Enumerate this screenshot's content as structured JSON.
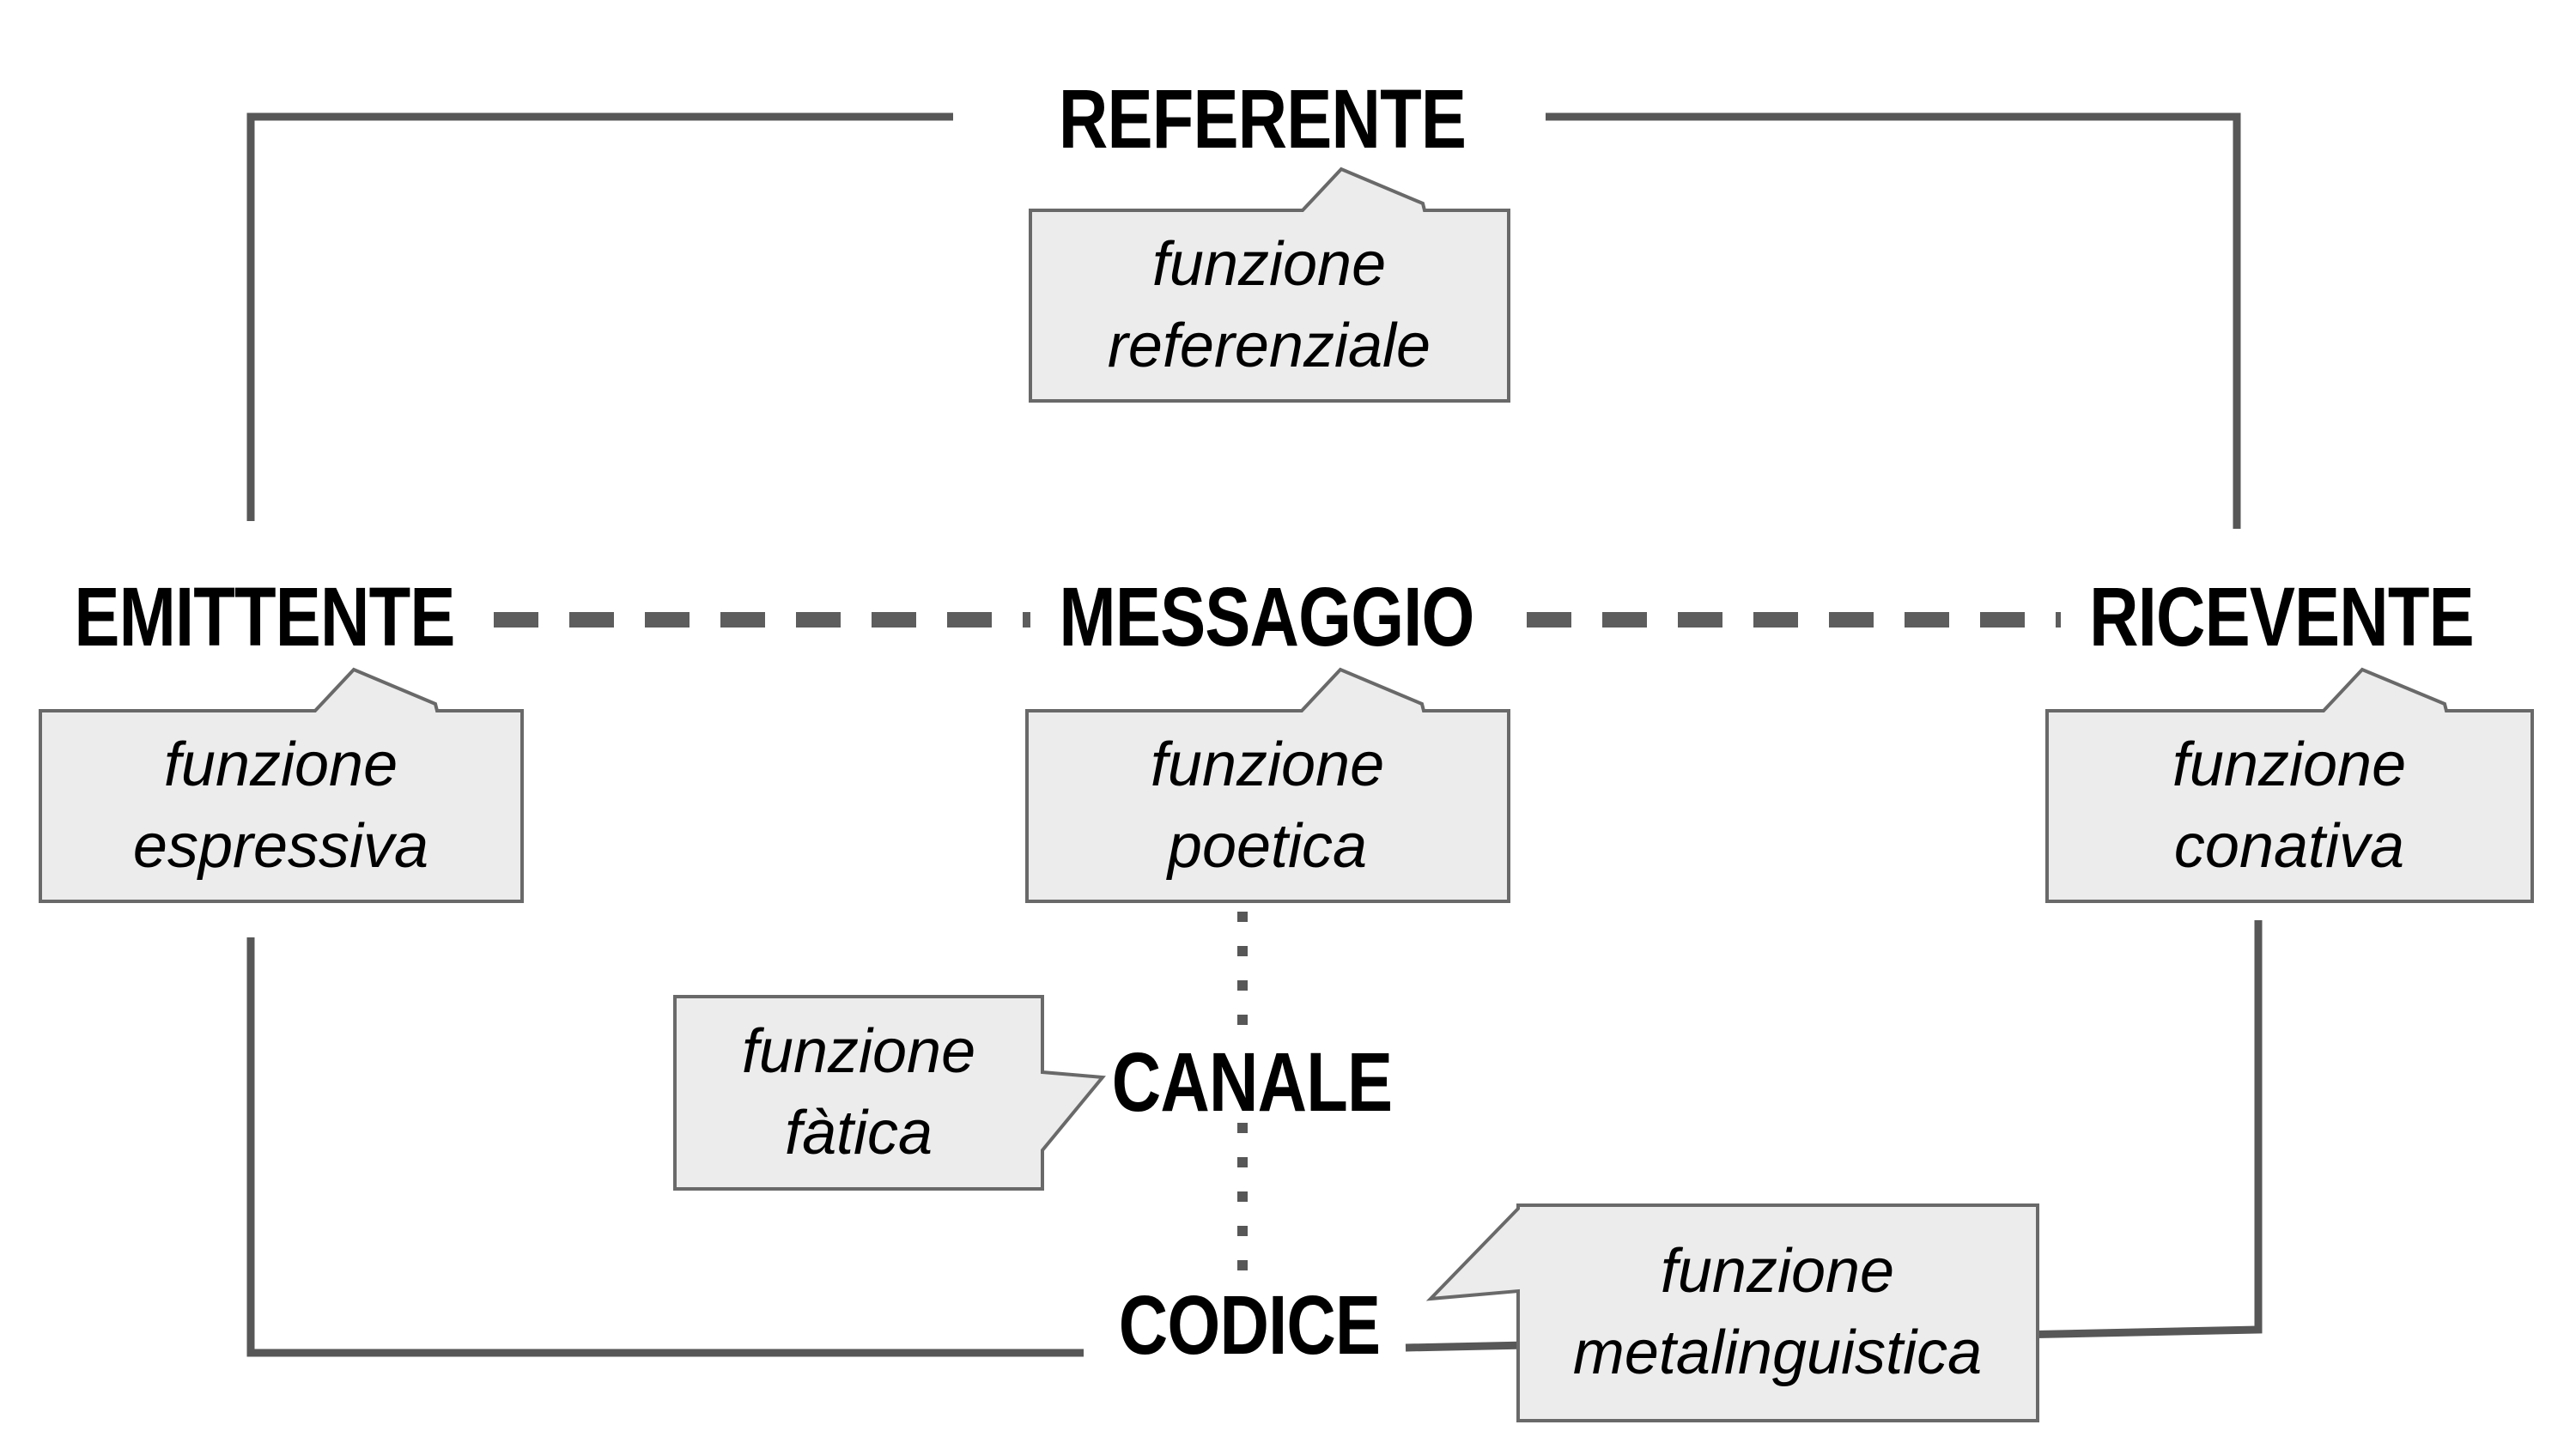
{
  "colors": {
    "line": "#575757",
    "dash": "#5d5d5d",
    "callout-fill": "#ececec",
    "callout-border": "#696969",
    "text": "#000000"
  },
  "labels": {
    "referente": "REFERENTE",
    "emittente": "EMITTENTE",
    "messaggio": "MESSAGGIO",
    "ricevente": "RICEVENTE",
    "canale": "CANALE",
    "codice": "CODICE"
  },
  "callouts": {
    "referenziale": {
      "line1": "funzione",
      "line2": "referenziale",
      "points_to": "REFERENTE"
    },
    "espressiva": {
      "line1": "funzione",
      "line2": "espressiva",
      "points_to": "EMITTENTE"
    },
    "poetica": {
      "line1": "funzione",
      "line2": "poetica",
      "points_to": "MESSAGGIO"
    },
    "conativa": {
      "line1": "funzione",
      "line2": "conativa",
      "points_to": "RICEVENTE"
    },
    "fatica": {
      "line1": "funzione",
      "line2": "fàtica",
      "points_to": "CANALE"
    },
    "metalinguistica": {
      "line1": "funzione",
      "line2": "metalinguistica",
      "points_to": "CODICE"
    }
  },
  "connections": [
    {
      "from": "EMITTENTE",
      "to": "REFERENTE",
      "style": "solid-elbow"
    },
    {
      "from": "RICEVENTE",
      "to": "REFERENTE",
      "style": "solid-elbow"
    },
    {
      "from": "EMITTENTE",
      "to": "MESSAGGIO",
      "style": "dashed"
    },
    {
      "from": "MESSAGGIO",
      "to": "RICEVENTE",
      "style": "dashed"
    },
    {
      "from": "MESSAGGIO",
      "to": "CANALE",
      "style": "dotted"
    },
    {
      "from": "CANALE",
      "to": "CODICE",
      "style": "dotted"
    },
    {
      "from": "EMITTENTE",
      "to": "CODICE",
      "style": "solid-elbow"
    },
    {
      "from": "RICEVENTE",
      "to": "CODICE",
      "style": "solid-elbow"
    }
  ]
}
